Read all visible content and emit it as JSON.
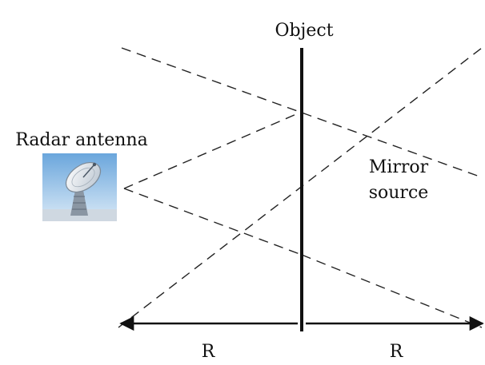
{
  "labels": {
    "object": "Object",
    "radar_antenna": "Radar antenna",
    "mirror_source_line1": "Mirror",
    "mirror_source_line2": "source",
    "range_left": "R",
    "range_right": "R"
  },
  "icons": {
    "radar_antenna_image": "radar-dish-icon"
  },
  "colors": {
    "background": "#ffffff",
    "lines": "#111111",
    "antenna_sky_top": "#6aa6dc",
    "antenna_sky_bottom": "#dbeaf7",
    "antenna_dish": "#e7edf3"
  }
}
